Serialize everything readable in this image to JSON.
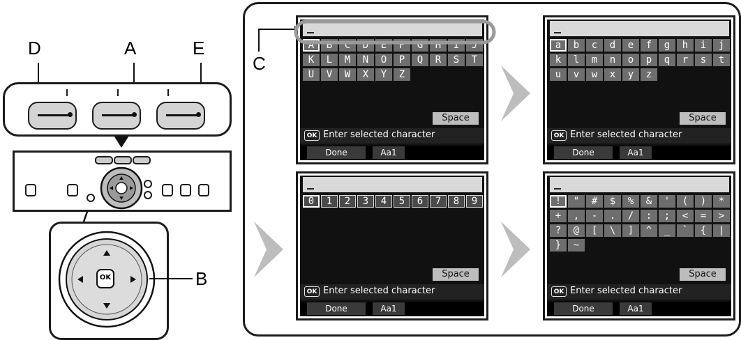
{
  "callouts": {
    "a": "A",
    "b": "B",
    "c": "C",
    "d": "D",
    "e": "E"
  },
  "ok_button_label": "OK",
  "screens": [
    {
      "rows": [
        [
          "A",
          "B",
          "C",
          "D",
          "E",
          "F",
          "G",
          "H",
          "I",
          "J"
        ],
        [
          "K",
          "L",
          "M",
          "N",
          "O",
          "P",
          "Q",
          "R",
          "S",
          "T"
        ],
        [
          "U",
          "V",
          "W",
          "X",
          "Y",
          "Z"
        ]
      ]
    },
    {
      "rows": [
        [
          "a",
          "b",
          "c",
          "d",
          "e",
          "f",
          "g",
          "h",
          "i",
          "j"
        ],
        [
          "k",
          "l",
          "m",
          "n",
          "o",
          "p",
          "q",
          "r",
          "s",
          "t"
        ],
        [
          "u",
          "v",
          "w",
          "x",
          "y",
          "z"
        ]
      ]
    },
    {
      "rows": [
        [
          "0",
          "1",
          "2",
          "3",
          "4",
          "5",
          "6",
          "7",
          "8",
          "9"
        ]
      ]
    },
    {
      "rows": [
        [
          "!",
          "\"",
          "#",
          "$",
          "%",
          "&",
          "'",
          "(",
          ")",
          "*"
        ],
        [
          "+",
          ",",
          "-",
          ".",
          "/",
          ":",
          ";",
          "<",
          "=",
          ">"
        ],
        [
          "?",
          "@",
          "[",
          "\\",
          "]",
          "^",
          "_",
          "`",
          "{",
          "|"
        ],
        [
          "}",
          "~"
        ]
      ]
    }
  ],
  "screen_ui": {
    "space_label": "Space",
    "ok_badge": "OK",
    "status_text": "Enter selected character",
    "done_label": "Done",
    "mode_label": "Aa1"
  },
  "colors": {
    "screen_bg": "#111111",
    "key_bg": "#6e6e6e",
    "input_bar": "#d9d9d9",
    "arrow": "#bdbdbd"
  }
}
